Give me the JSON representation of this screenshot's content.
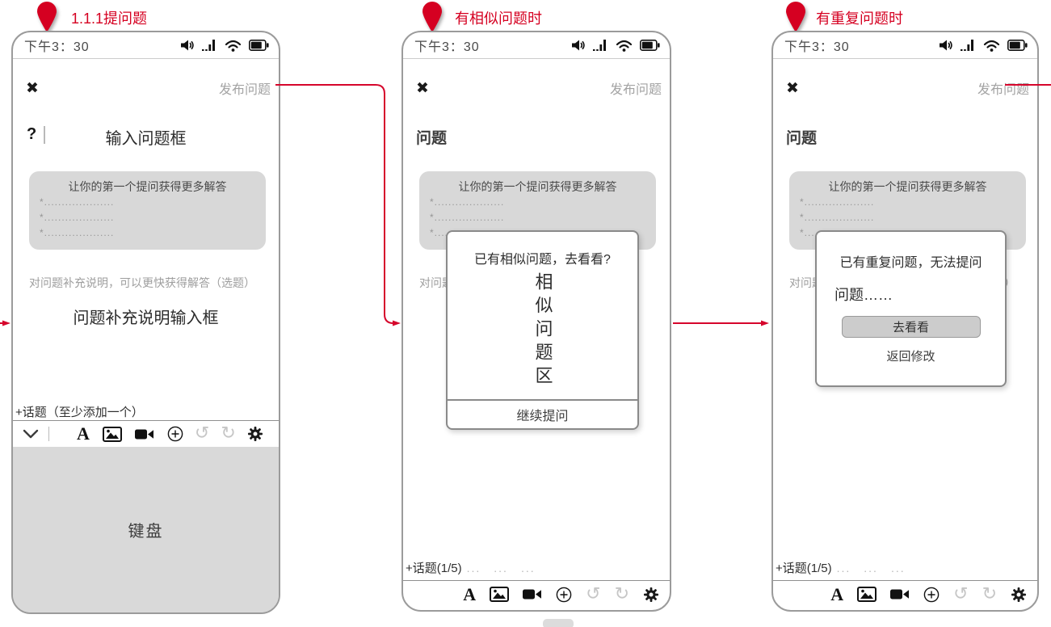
{
  "colors": {
    "accent_red": "#d50021",
    "phone_border": "#9b9b9b",
    "panel_gray": "#d8d8d8",
    "keyboard_gray": "#d9d9d9",
    "muted_text": "#9e9e9e"
  },
  "pins": {
    "p1": "1.1.1提问题",
    "p2": "有相似问题时",
    "p3": "有重复问题时"
  },
  "icons": {
    "close": "✖",
    "undo": "↺",
    "redo": "↻",
    "toolbar_text": "A"
  },
  "common": {
    "time": "下午3：30",
    "publish": "发布问题",
    "tips_title": "让你的第一个提问获得更多解答",
    "tips_line1": "*....................",
    "tips_line2": "*....................",
    "tips_line3": "*....................",
    "hint": "对问题补充说明，可以更快获得解答（选题）"
  },
  "phone1": {
    "prompt_mark": "?",
    "question_input": "输入问题框",
    "detail_input": "问题补充说明输入框",
    "topic": "+话题（至少添加一个）",
    "keyboard": "键盘"
  },
  "phone2": {
    "title": "问题",
    "topic": "+话题(1/5)",
    "topic_dots": "...　...　...",
    "modal": {
      "title": "已有相似问题，去看看?",
      "area": "相似问题区",
      "footer": "继续提问"
    }
  },
  "phone3": {
    "title": "问题",
    "topic": "+话题(1/5)",
    "topic_dots": "...　...　...",
    "modal": {
      "title": "已有重复问题，无法提问",
      "preview": "问题……",
      "go": "去看看",
      "back": "返回修改"
    }
  }
}
